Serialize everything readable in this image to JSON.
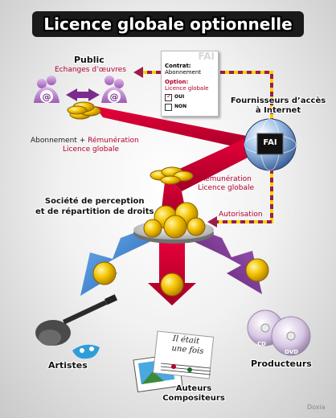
{
  "title": "Licence globale optionnelle",
  "public": {
    "label": "Public",
    "exchange": "Echanges d’œuvres"
  },
  "contract_card": {
    "watermark": "FAI",
    "contract_heading": "Contrat:",
    "contract_value": "Abonnement",
    "option_heading": "Option:",
    "option_value": "Licence globale",
    "choice_yes": "OUI",
    "choice_no": "NON"
  },
  "isp": {
    "label_line1": "Fournisseurs d’accès",
    "label_line2": "à Internet",
    "box_label": "FAI"
  },
  "flow1": {
    "line1_black": "Abonnement +",
    "line1_red": "Rémunération",
    "line2_red": "Licence globale"
  },
  "flow2": {
    "line1": "Rémunération",
    "line2": "Licence globale"
  },
  "authorisation": "Autorisation",
  "society": {
    "line1": "Société de perception",
    "line2": "et de répartition de droits"
  },
  "recipients": {
    "artists": "Artistes",
    "authors_line1": "Auteurs",
    "authors_line2": "Compositeurs",
    "producers": "Producteurs"
  },
  "book_text": {
    "line1": "Il était",
    "line2": "une fois"
  },
  "media": {
    "cd": "CD",
    "dvd": "DVD"
  },
  "watermark": "Doxia",
  "colors": {
    "red_text": "#b3002d",
    "dashed_line": "#9e1b4b",
    "arrow_red": "#c4002f",
    "arrow_blue": "#3b7fcc",
    "arrow_purple": "#7b2d8e",
    "coin_gold": "#f2c200"
  }
}
